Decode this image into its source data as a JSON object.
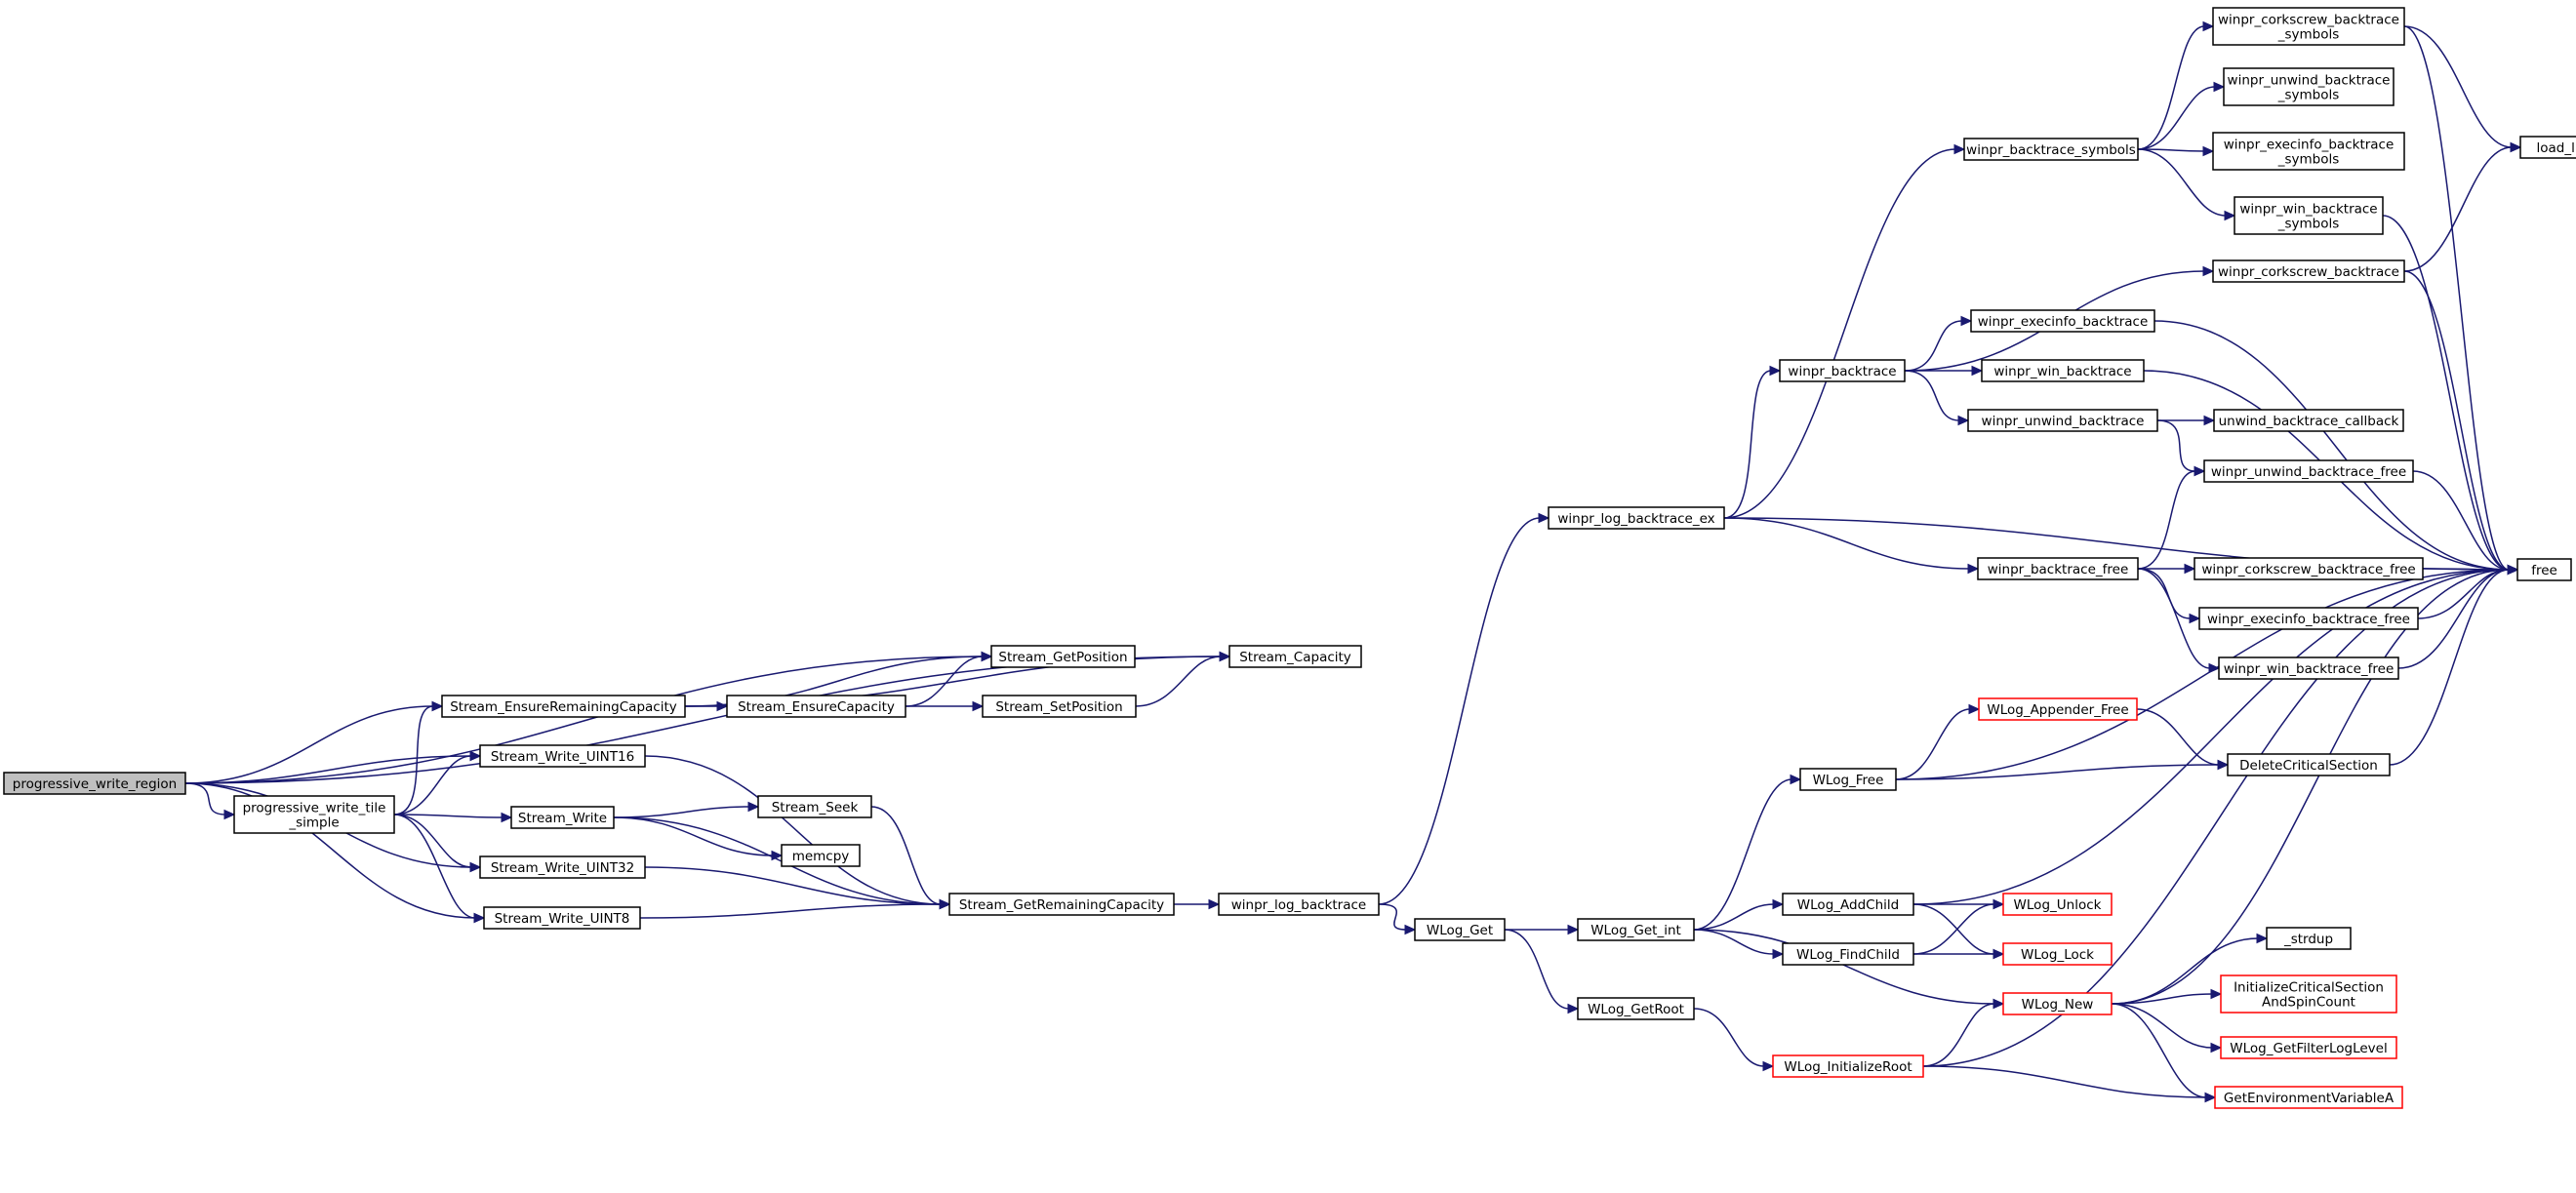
{
  "graph": {
    "nodes": [
      {
        "id": "pwr",
        "lines": [
          "progressive_write_region"
        ],
        "root": true
      },
      {
        "id": "pwts",
        "lines": [
          "progressive_write_tile",
          "_simple"
        ]
      },
      {
        "id": "sERC",
        "lines": [
          "Stream_EnsureRemainingCapacity"
        ]
      },
      {
        "id": "sWU16",
        "lines": [
          "Stream_Write_UINT16"
        ]
      },
      {
        "id": "sW",
        "lines": [
          "Stream_Write"
        ]
      },
      {
        "id": "sWU32",
        "lines": [
          "Stream_Write_UINT32"
        ]
      },
      {
        "id": "sWU8",
        "lines": [
          "Stream_Write_UINT8"
        ]
      },
      {
        "id": "sGP",
        "lines": [
          "Stream_GetPosition"
        ]
      },
      {
        "id": "sEC",
        "lines": [
          "Stream_EnsureCapacity"
        ]
      },
      {
        "id": "sSeek",
        "lines": [
          "Stream_Seek"
        ]
      },
      {
        "id": "memcpy",
        "lines": [
          "memcpy"
        ]
      },
      {
        "id": "sGRC",
        "lines": [
          "Stream_GetRemainingCapacity"
        ]
      },
      {
        "id": "sSP",
        "lines": [
          "Stream_SetPosition"
        ]
      },
      {
        "id": "sCap",
        "lines": [
          "Stream_Capacity"
        ]
      },
      {
        "id": "wlb",
        "lines": [
          "winpr_log_backtrace"
        ]
      },
      {
        "id": "wlg",
        "lines": [
          "WLog_Get"
        ]
      },
      {
        "id": "wlbex",
        "lines": [
          "winpr_log_backtrace_ex"
        ]
      },
      {
        "id": "wlgi",
        "lines": [
          "WLog_Get_int"
        ]
      },
      {
        "id": "wlgr",
        "lines": [
          "WLog_GetRoot"
        ]
      },
      {
        "id": "wbt",
        "lines": [
          "winpr_backtrace"
        ]
      },
      {
        "id": "wbs",
        "lines": [
          "winpr_backtrace_symbols"
        ]
      },
      {
        "id": "wlfree",
        "lines": [
          "WLog_Free"
        ]
      },
      {
        "id": "wlac",
        "lines": [
          "WLog_AddChild"
        ]
      },
      {
        "id": "wlfc",
        "lines": [
          "WLog_FindChild"
        ]
      },
      {
        "id": "wlir",
        "lines": [
          "WLog_InitializeRoot"
        ],
        "red": true
      },
      {
        "id": "wbf",
        "lines": [
          "winpr_backtrace_free"
        ]
      },
      {
        "id": "web",
        "lines": [
          "winpr_execinfo_backtrace"
        ]
      },
      {
        "id": "wwb",
        "lines": [
          "winpr_win_backtrace"
        ]
      },
      {
        "id": "wub",
        "lines": [
          "winpr_unwind_backtrace"
        ]
      },
      {
        "id": "wlaf",
        "lines": [
          "WLog_Appender_Free"
        ],
        "red": true
      },
      {
        "id": "wlunlock",
        "lines": [
          "WLog_Unlock"
        ],
        "red": true
      },
      {
        "id": "wllock",
        "lines": [
          "WLog_Lock"
        ],
        "red": true
      },
      {
        "id": "wlnew",
        "lines": [
          "WLog_New"
        ],
        "red": true
      },
      {
        "id": "wcbs",
        "lines": [
          "winpr_corkscrew_backtrace",
          "_symbols"
        ]
      },
      {
        "id": "wubs",
        "lines": [
          "winpr_unwind_backtrace",
          "_symbols"
        ]
      },
      {
        "id": "webs",
        "lines": [
          "winpr_execinfo_backtrace",
          "_symbols"
        ]
      },
      {
        "id": "wwbs",
        "lines": [
          "winpr_win_backtrace",
          "_symbols"
        ]
      },
      {
        "id": "wcb",
        "lines": [
          "winpr_corkscrew_backtrace"
        ]
      },
      {
        "id": "ubc",
        "lines": [
          "unwind_backtrace_callback"
        ]
      },
      {
        "id": "wubf",
        "lines": [
          "winpr_unwind_backtrace_free"
        ]
      },
      {
        "id": "wcbf",
        "lines": [
          "winpr_corkscrew_backtrace_free"
        ]
      },
      {
        "id": "webf",
        "lines": [
          "winpr_execinfo_backtrace_free"
        ]
      },
      {
        "id": "wwbf",
        "lines": [
          "winpr_win_backtrace_free"
        ]
      },
      {
        "id": "dcs",
        "lines": [
          "DeleteCriticalSection"
        ]
      },
      {
        "id": "strdup",
        "lines": [
          "_strdup"
        ]
      },
      {
        "id": "icsasc",
        "lines": [
          "InitializeCriticalSection",
          "AndSpinCount"
        ],
        "red": true
      },
      {
        "id": "wlgfll",
        "lines": [
          "WLog_GetFilterLogLevel"
        ],
        "red": true
      },
      {
        "id": "gev",
        "lines": [
          "GetEnvironmentVariableA"
        ],
        "red": true
      },
      {
        "id": "loadlib",
        "lines": [
          "load_library"
        ]
      },
      {
        "id": "free",
        "lines": [
          "free"
        ]
      }
    ],
    "edges": [
      [
        "pwr",
        "pwts"
      ],
      [
        "pwr",
        "sERC"
      ],
      [
        "pwr",
        "sWU16"
      ],
      [
        "pwr",
        "sWU32"
      ],
      [
        "pwr",
        "sWU8"
      ],
      [
        "pwr",
        "sGP"
      ],
      [
        "pwr",
        "sCap"
      ],
      [
        "pwts",
        "sERC"
      ],
      [
        "pwts",
        "sWU16"
      ],
      [
        "pwts",
        "sW"
      ],
      [
        "pwts",
        "sWU32"
      ],
      [
        "pwts",
        "sWU8"
      ],
      [
        "sERC",
        "sGP"
      ],
      [
        "sERC",
        "sEC"
      ],
      [
        "sERC",
        "sCap"
      ],
      [
        "sEC",
        "sGP"
      ],
      [
        "sEC",
        "sSP"
      ],
      [
        "sSP",
        "sCap"
      ],
      [
        "sWU16",
        "sGRC"
      ],
      [
        "sW",
        "sSeek"
      ],
      [
        "sW",
        "memcpy"
      ],
      [
        "sW",
        "sGRC"
      ],
      [
        "sWU32",
        "sGRC"
      ],
      [
        "sWU8",
        "sGRC"
      ],
      [
        "sSeek",
        "sGRC"
      ],
      [
        "sGRC",
        "wlb"
      ],
      [
        "wlb",
        "wlg"
      ],
      [
        "wlb",
        "wlbex"
      ],
      [
        "wlg",
        "wlgi"
      ],
      [
        "wlg",
        "wlgr"
      ],
      [
        "wlbex",
        "wbs"
      ],
      [
        "wlbex",
        "wbt"
      ],
      [
        "wlbex",
        "wbf"
      ],
      [
        "wlbex",
        "free"
      ],
      [
        "wlgi",
        "wlfree"
      ],
      [
        "wlgi",
        "wlac"
      ],
      [
        "wlgi",
        "wlfc"
      ],
      [
        "wlgi",
        "wlnew"
      ],
      [
        "wlgr",
        "wlir"
      ],
      [
        "wlir",
        "wlnew"
      ],
      [
        "wlir",
        "gev"
      ],
      [
        "wlir",
        "free"
      ],
      [
        "wbt",
        "wcb"
      ],
      [
        "wbt",
        "web"
      ],
      [
        "wbt",
        "wwb"
      ],
      [
        "wbt",
        "wub"
      ],
      [
        "wbs",
        "wcbs"
      ],
      [
        "wbs",
        "wubs"
      ],
      [
        "wbs",
        "webs"
      ],
      [
        "wbs",
        "wwbs"
      ],
      [
        "wbf",
        "wubf"
      ],
      [
        "wbf",
        "wcbf"
      ],
      [
        "wbf",
        "webf"
      ],
      [
        "wbf",
        "wwbf"
      ],
      [
        "wlfree",
        "wlaf"
      ],
      [
        "wlfree",
        "dcs"
      ],
      [
        "wlfree",
        "free"
      ],
      [
        "wlaf",
        "dcs"
      ],
      [
        "wlac",
        "wlunlock"
      ],
      [
        "wlac",
        "wllock"
      ],
      [
        "wlac",
        "free"
      ],
      [
        "wlfc",
        "wlunlock"
      ],
      [
        "wlfc",
        "wllock"
      ],
      [
        "wlnew",
        "strdup"
      ],
      [
        "wlnew",
        "icsasc"
      ],
      [
        "wlnew",
        "wlgfll"
      ],
      [
        "wlnew",
        "gev"
      ],
      [
        "wlnew",
        "free"
      ],
      [
        "wcbs",
        "loadlib"
      ],
      [
        "wcbs",
        "free"
      ],
      [
        "wcb",
        "loadlib"
      ],
      [
        "wcb",
        "free"
      ],
      [
        "wub",
        "ubc"
      ],
      [
        "wub",
        "wubf"
      ],
      [
        "web",
        "free"
      ],
      [
        "wwb",
        "free"
      ],
      [
        "wwbs",
        "free"
      ],
      [
        "wubf",
        "free"
      ],
      [
        "wcbf",
        "free"
      ],
      [
        "webf",
        "free"
      ],
      [
        "wwbf",
        "free"
      ],
      [
        "dcs",
        "free"
      ]
    ]
  }
}
